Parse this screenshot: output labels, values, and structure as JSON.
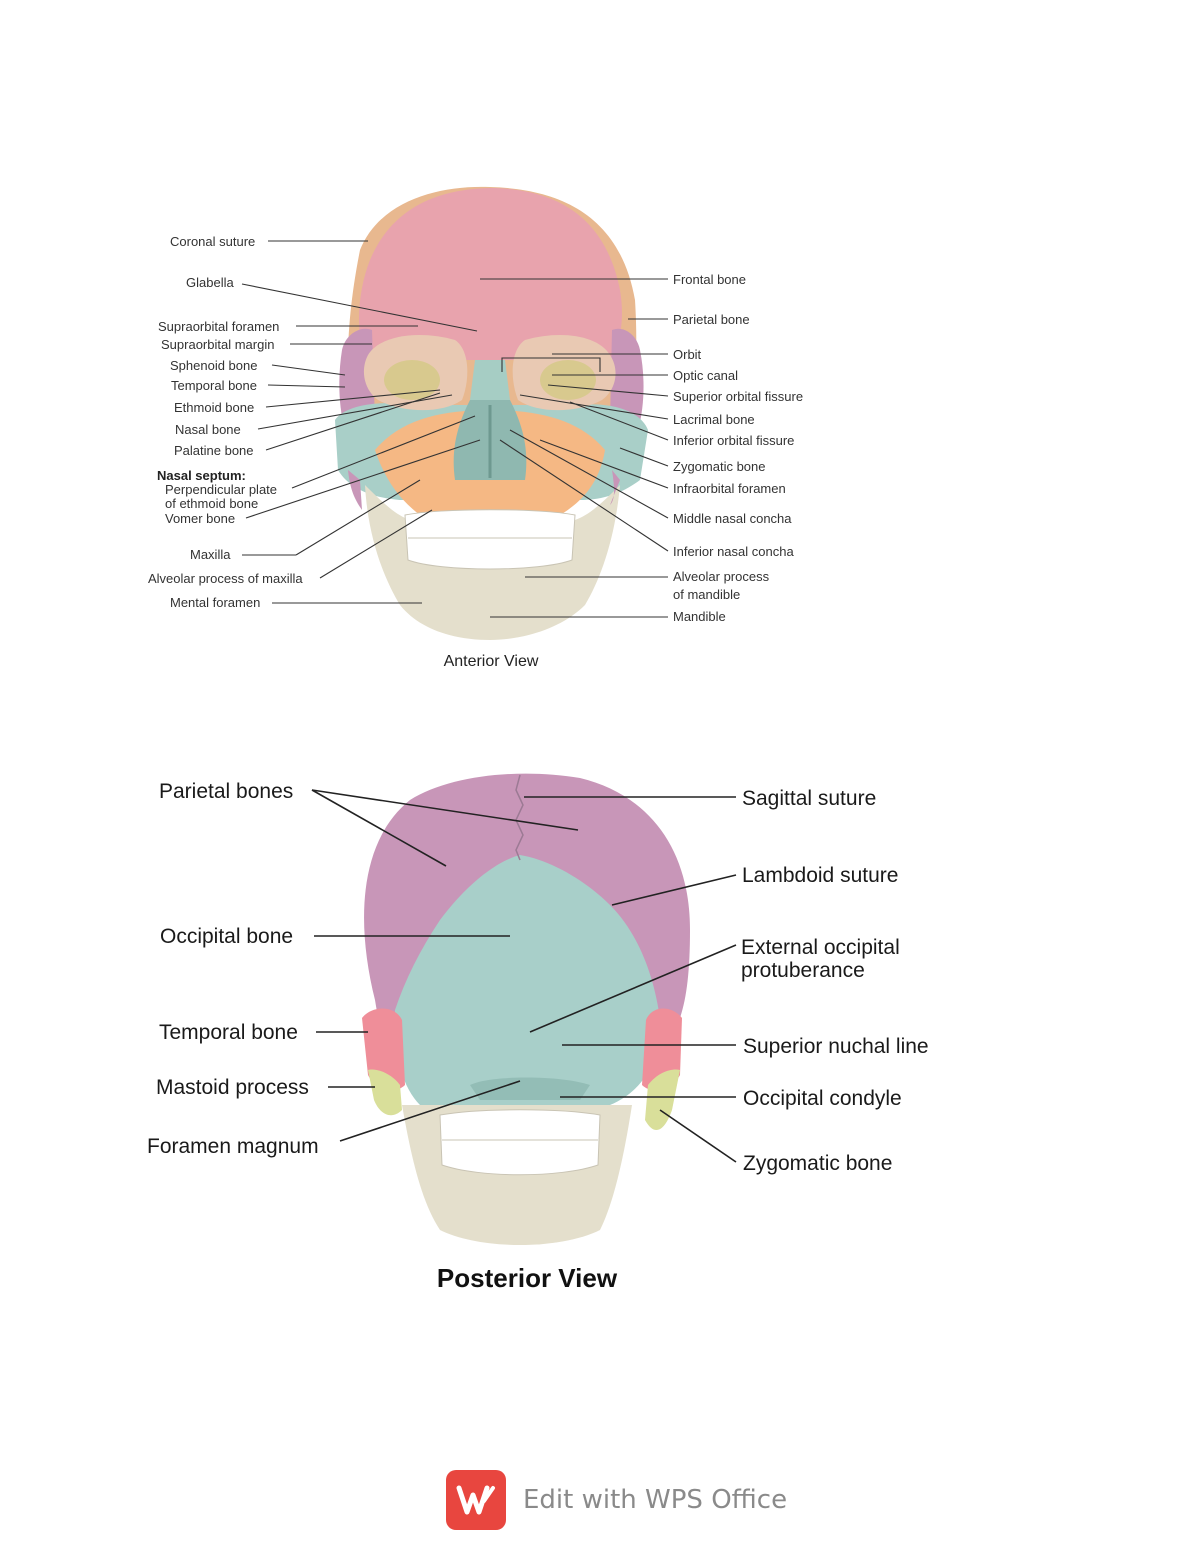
{
  "anterior": {
    "caption": "Anterior View",
    "left_labels": [
      "Coronal suture",
      "Glabella",
      "Supraorbital foramen",
      "Supraorbital margin",
      "Sphenoid bone",
      "Temporal bone",
      "Ethmoid bone",
      "Nasal bone",
      "Palatine bone",
      "Nasal septum:",
      "Perpendicular plate",
      "of ethmoid bone",
      "Vomer bone",
      "Maxilla",
      "Alveolar process of maxilla",
      "Mental foramen"
    ],
    "right_labels": [
      "Frontal bone",
      "Parietal bone",
      "Orbit",
      "Optic canal",
      "Superior orbital fissure",
      "Lacrimal bone",
      "Inferior orbital fissure",
      "Zygomatic bone",
      "Infraorbital foramen",
      "Middle nasal concha",
      "Inferior nasal concha",
      "Alveolar process",
      "of mandible",
      "Mandible"
    ]
  },
  "posterior": {
    "caption": "Posterior View",
    "left_labels": [
      "Parietal bones",
      "Occipital bone",
      "Temporal bone",
      "Mastoid process",
      "Foramen magnum"
    ],
    "right_labels": [
      "Sagittal suture",
      "Lambdoid suture",
      "External occipital",
      "protuberance",
      "Superior nuchal line",
      "Occipital condyle",
      "Zygomatic bone"
    ]
  },
  "watermark": {
    "text": "Edit with WPS Office",
    "icon": "wps-logo-icon"
  },
  "colors": {
    "frontal": "#e8a3ad",
    "parietal": "#c896b8",
    "sphenoid_temporal": "#e8ad83",
    "maxilla": "#f5b884",
    "nasal_ethmoid": "#a6cdc4",
    "zygomatic": "#a9cfc8",
    "mandible": "#e4dfcc",
    "occipital": "#a8cfc9",
    "temporal_red": "#ef8e99",
    "mastoid": "#d9df9a",
    "watermark_red": "#e8463f"
  }
}
